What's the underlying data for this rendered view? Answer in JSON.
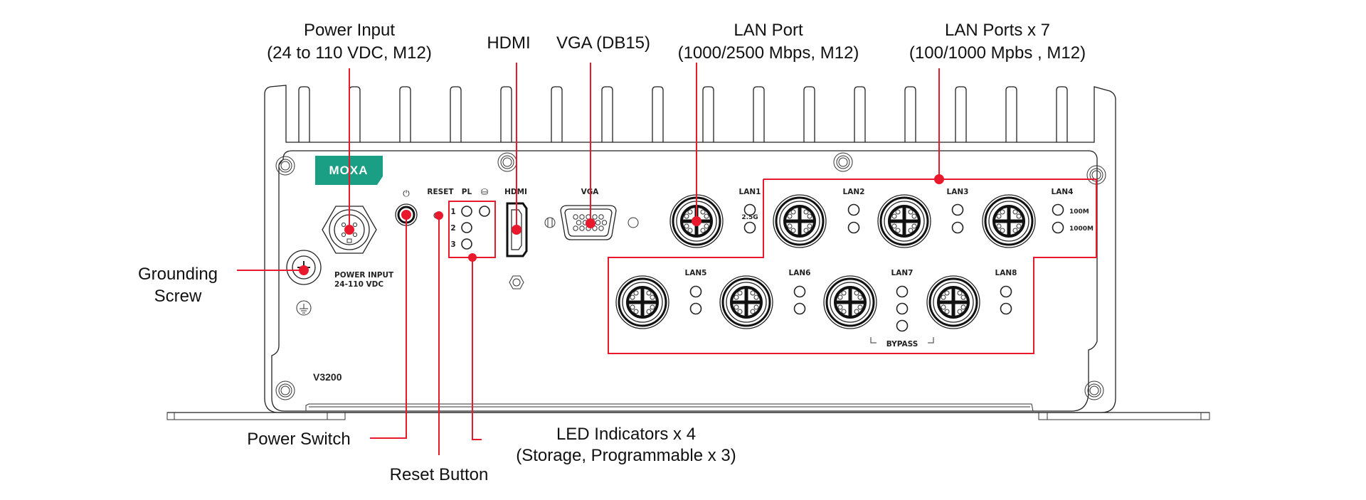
{
  "colors": {
    "accent": "#e8192c",
    "brand": "#1a9f84",
    "ink": "#222222"
  },
  "brand": {
    "logo_text": "MOXA"
  },
  "model": "V3200",
  "callouts": {
    "power_input": {
      "line1": "Power Input",
      "line2": "(24 to 110 VDC, M12)"
    },
    "hdmi": {
      "line1": "HDMI"
    },
    "vga": {
      "line1": "VGA (DB15)"
    },
    "lan_port": {
      "line1": "LAN Port",
      "line2": "(1000/2500 Mbps, M12)"
    },
    "lan_ports": {
      "line1": "LAN Ports x 7",
      "line2": "(100/1000 Mpbs , M12)"
    },
    "grounding": {
      "line1": "Grounding",
      "line2": "Screw"
    },
    "power_switch": {
      "line1": "Power Switch"
    },
    "reset": {
      "line1": "Reset Button"
    },
    "leds": {
      "line1": "LED Indicators x 4",
      "line2": "(Storage, Programmable x 3)"
    }
  },
  "panel_labels": {
    "power_input": "POWER INPUT",
    "power_voltage": "24-110 VDC",
    "power_symbol": "⏻",
    "reset": "RESET",
    "pl": "PL",
    "storage_symbol": "⛁",
    "led_numbers": [
      "1",
      "2",
      "3"
    ],
    "hdmi": "HDMI",
    "vga": "VGA",
    "lan1_speed": "2.5G",
    "lan4_speeds": [
      "100M",
      "1000M"
    ],
    "bypass": "BYPASS"
  },
  "lan_ports_top": [
    "LAN1",
    "LAN2",
    "LAN3",
    "LAN4"
  ],
  "lan_ports_bottom": [
    "LAN5",
    "LAN6",
    "LAN7",
    "LAN8"
  ]
}
